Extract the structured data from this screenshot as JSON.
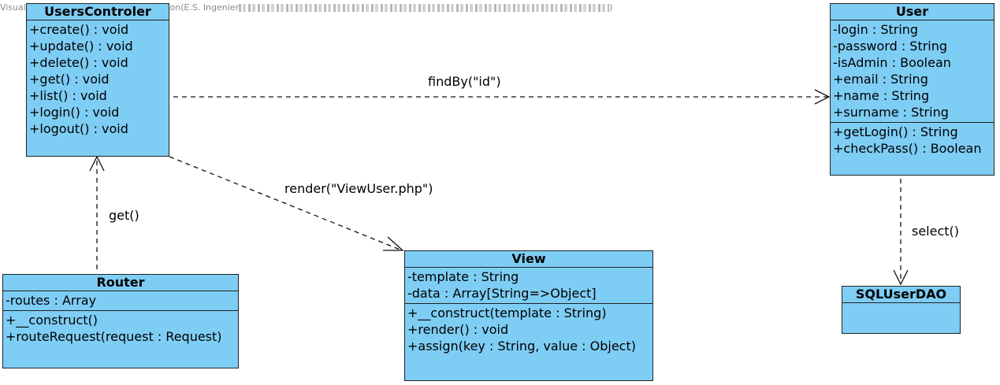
{
  "watermark": "Visual Paradigm for UML Standard Edition(E.S. Ingenier",
  "classes": {
    "users_controller": {
      "name": "UsersControler",
      "operations": [
        "+create() : void",
        "+update() : void",
        "+delete() : void",
        "+get() : void",
        "+list() : void",
        "+login() : void",
        "+logout() : void"
      ]
    },
    "user": {
      "name": "User",
      "attributes": [
        "-login : String",
        "-password : String",
        "-isAdmin : Boolean",
        "+email : String",
        "+name : String",
        "+surname : String"
      ],
      "operations": [
        "+getLogin() : String",
        "+checkPass() : Boolean"
      ]
    },
    "router": {
      "name": "Router",
      "attributes": [
        "-routes : Array"
      ],
      "operations": [
        "+__construct()",
        "+routeRequest(request : Request)"
      ]
    },
    "view": {
      "name": "View",
      "attributes": [
        "-template : String",
        "-data : Array[String=>Object]"
      ],
      "operations": [
        "+__construct(template : String)",
        "+render() : void",
        "+assign(key : String, value : Object)"
      ]
    },
    "sqluserdao": {
      "name": "SQLUserDAO"
    }
  },
  "edges": {
    "findby": "findBy(\"id\")",
    "render": "render(\"ViewUser.php\")",
    "get": "get()",
    "select": "select()"
  },
  "colors": {
    "class_fill": "#7ecdf4",
    "border": "#222222"
  }
}
